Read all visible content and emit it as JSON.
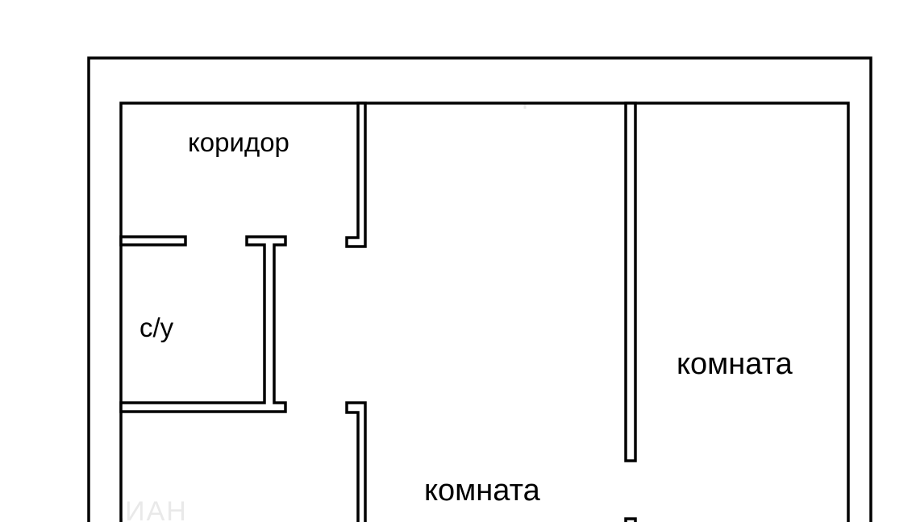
{
  "floor_plan": {
    "rooms": [
      {
        "id": "corridor",
        "label": "коридор"
      },
      {
        "id": "bathroom",
        "label": "с/у"
      },
      {
        "id": "room-right",
        "label": "комната"
      },
      {
        "id": "room-center",
        "label": "комната"
      }
    ],
    "watermark": "ЦИАН",
    "colors": {
      "wall_stroke": "#000000",
      "background": "#ffffff",
      "watermark": "#e9e9e9"
    }
  }
}
